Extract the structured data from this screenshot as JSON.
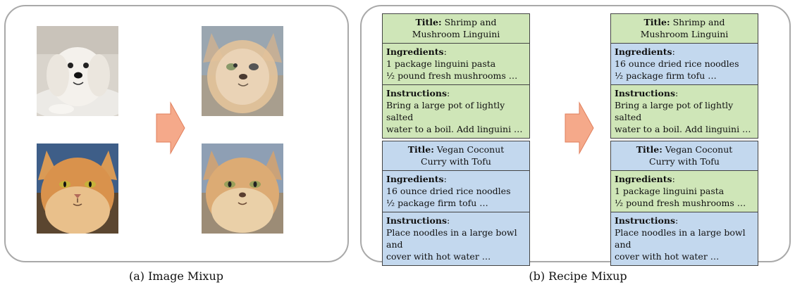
{
  "captions": {
    "a": "(a) Image Mixup",
    "b": "(b) Recipe Mixup"
  },
  "colors": {
    "panel_border": "#a9a9a9",
    "arrow_fill": "#f5a98a",
    "green_section": "#cfe6b8",
    "blue_section": "#c3d8ee"
  },
  "image_panel": {
    "images": [
      {
        "name": "dog-photo",
        "icon": "white-dog-photo"
      },
      {
        "name": "cat-photo",
        "icon": "orange-cat-photo"
      },
      {
        "name": "mixup-photo-1",
        "icon": "blended-dog-cat-photo"
      },
      {
        "name": "mixup-photo-2",
        "icon": "blended-cat-dog-photo"
      }
    ]
  },
  "recipe_panel": {
    "left": [
      {
        "title_label": "Title:",
        "title_line1": " Shrimp and",
        "title_line2": "Mushroom Linguini",
        "ingredients_label": "Ingredients",
        "ingredients_colon": ":",
        "ingredients_line1": "1 package linguini pasta",
        "ingredients_line2": "½ pound fresh mushrooms …",
        "instructions_label": "Instructions",
        "instructions_colon": ":",
        "instructions_line1": "Bring a large pot of lightly salted",
        "instructions_line2": "water to a boil. Add linguini …"
      },
      {
        "title_label": "Title:",
        "title_line1": " Vegan Coconut",
        "title_line2": "Curry with Tofu",
        "ingredients_label": "Ingredients",
        "ingredients_colon": ":",
        "ingredients_line1": "16 ounce dried rice noodles",
        "ingredients_line2": "½  package firm tofu …",
        "instructions_label": "Instructions",
        "instructions_colon": ":",
        "instructions_line1": "Place noodles in a large bowl and",
        "instructions_line2": "cover with hot water …"
      }
    ],
    "right": [
      {
        "title_label": "Title:",
        "title_line1": " Shrimp and",
        "title_line2": "Mushroom Linguini",
        "ingredients_label": "Ingredients",
        "ingredients_colon": ":",
        "ingredients_line1": "16 ounce dried rice noodles",
        "ingredients_line2": "½  package firm tofu …",
        "instructions_label": "Instructions",
        "instructions_colon": ":",
        "instructions_line1": "Bring a large pot of lightly salted",
        "instructions_line2": "water to a boil. Add linguini …"
      },
      {
        "title_label": "Title:",
        "title_line1": " Vegan Coconut",
        "title_line2": "Curry with Tofu",
        "ingredients_label": "Ingredients",
        "ingredients_colon": ":",
        "ingredients_line1": "1 package linguini pasta",
        "ingredients_line2": "½ pound fresh mushrooms …",
        "instructions_label": "Instructions",
        "instructions_colon": ":",
        "instructions_line1": "Place noodles in a large bowl and",
        "instructions_line2": "cover with hot water …"
      }
    ]
  }
}
